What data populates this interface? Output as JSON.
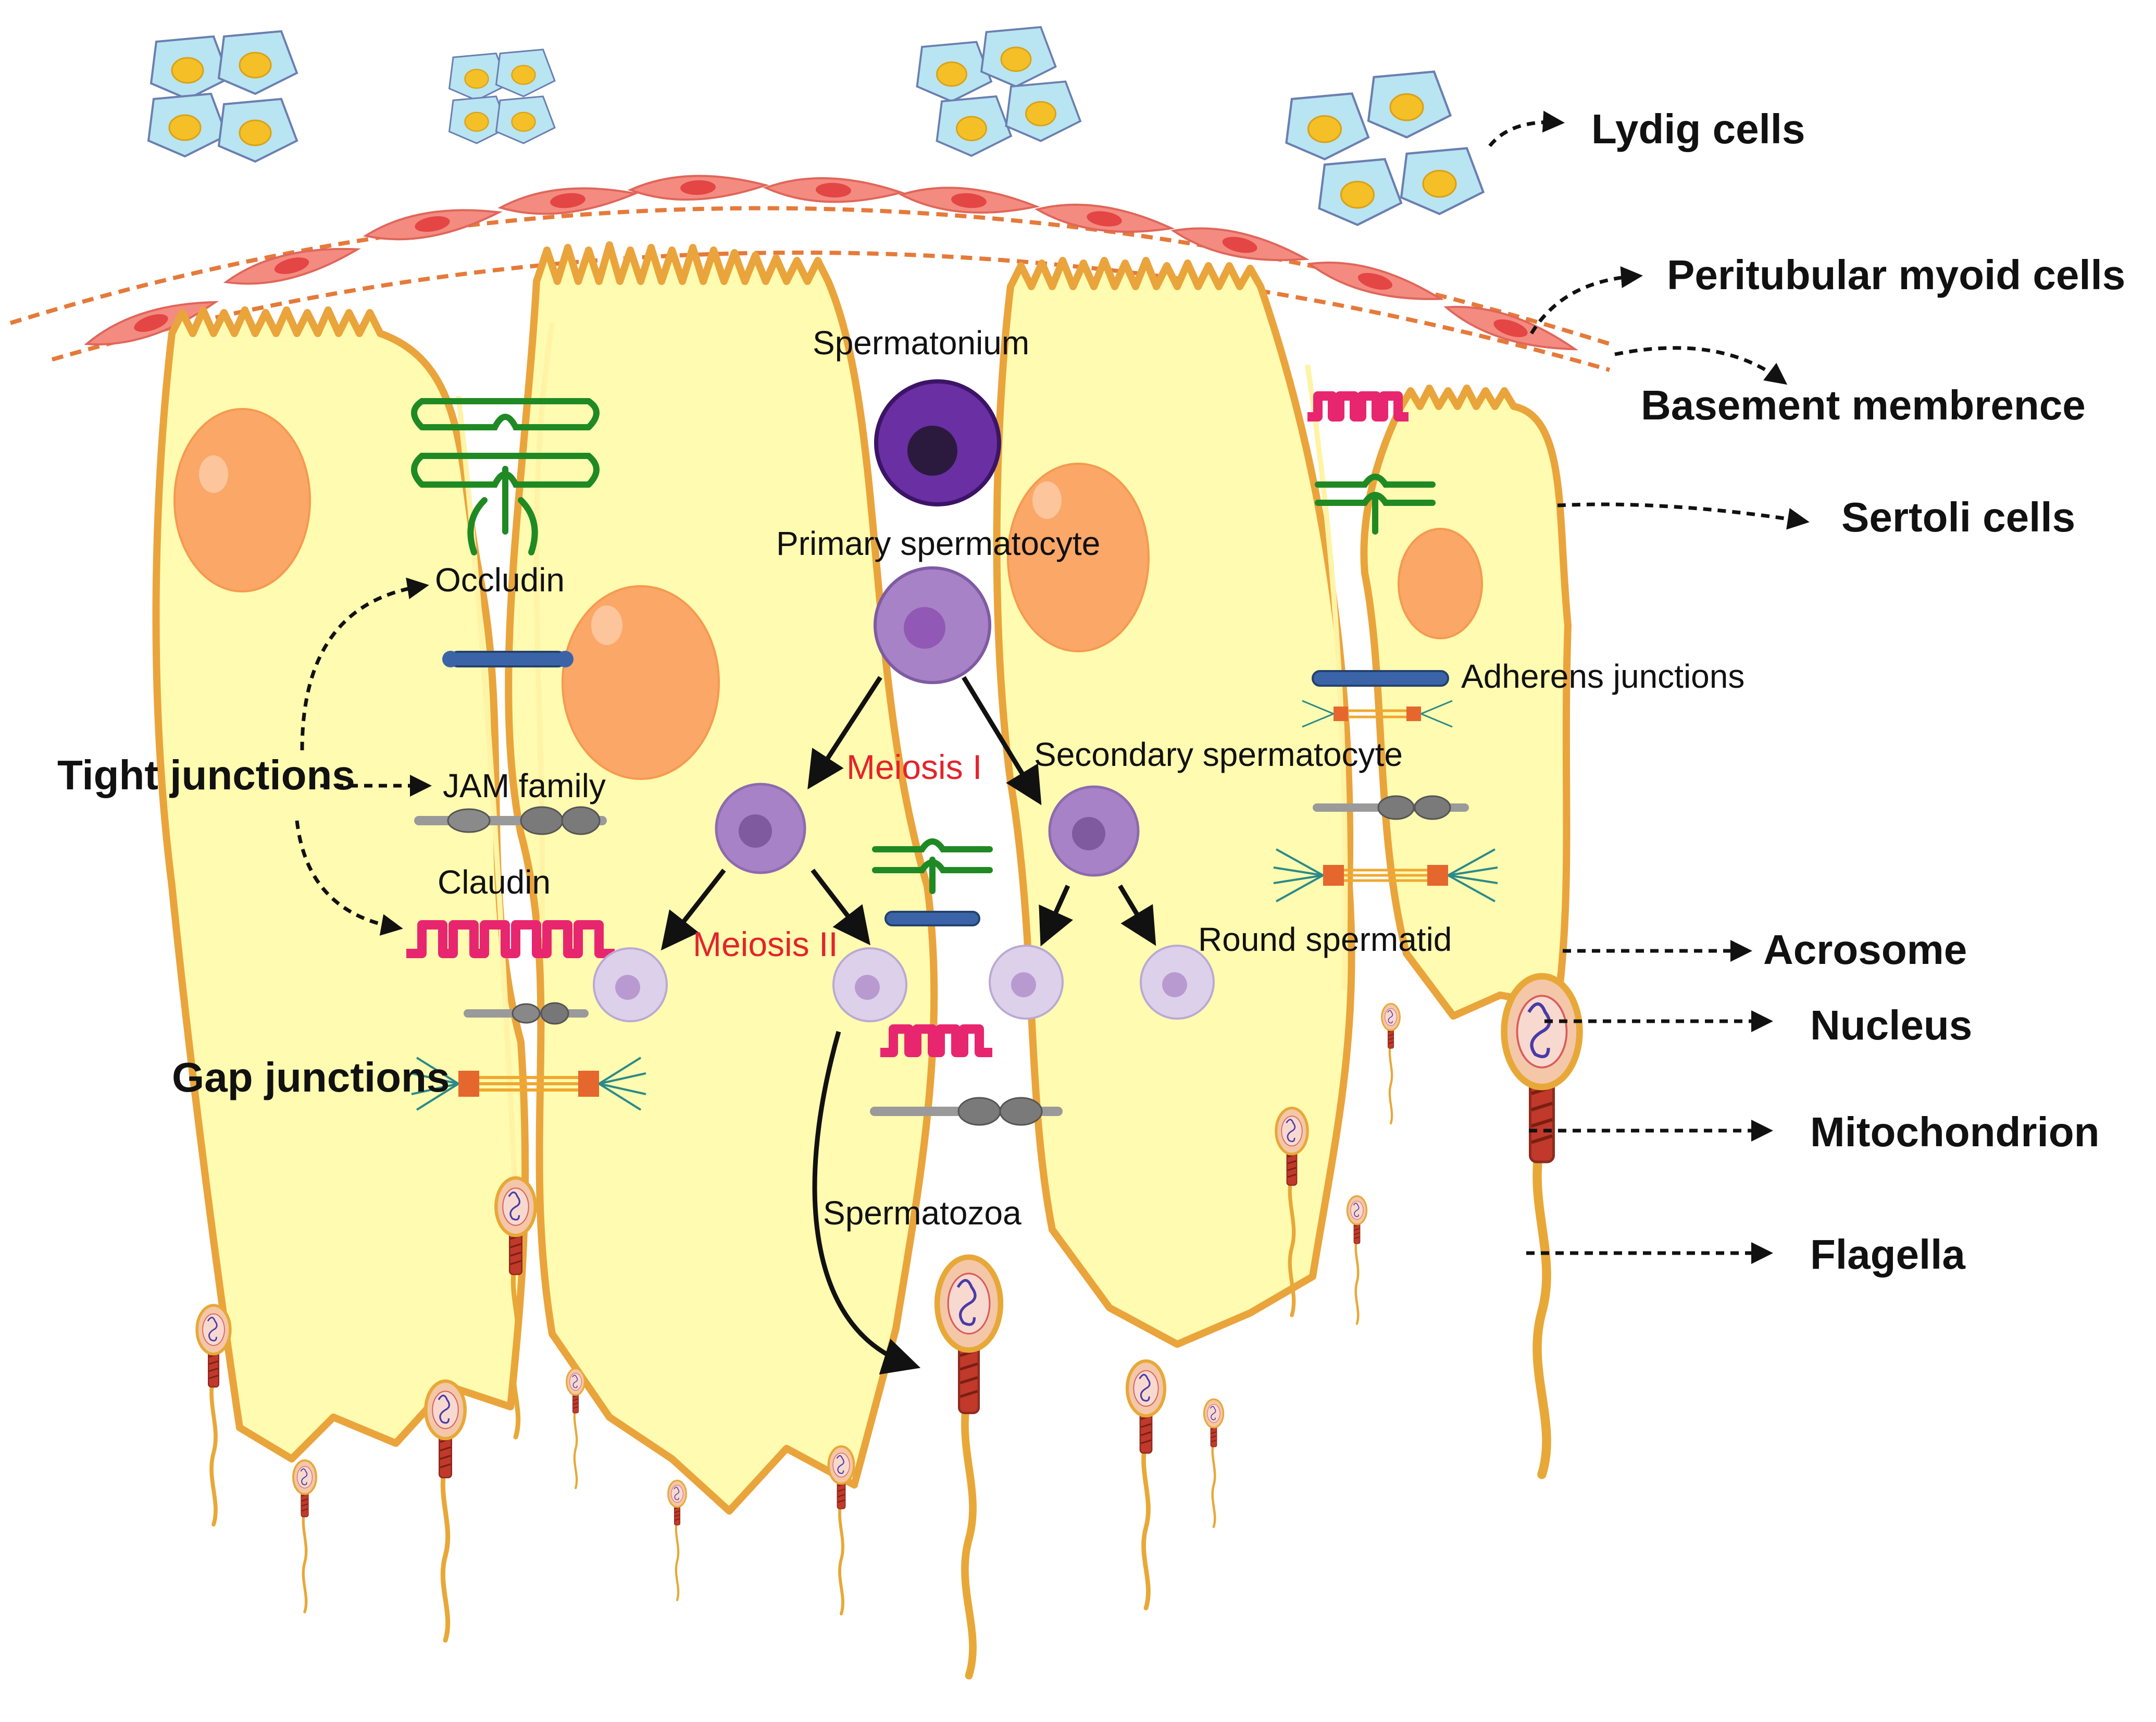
{
  "labels": {
    "lydig_cells": "Lydig cells",
    "peritubular_myoid_cells": "Peritubular myoid cells",
    "basement_membrance": "Basement membrence",
    "sertoli_cells": "Sertoli cells",
    "spermatonium": "Spermatonium",
    "primary_spermatocyte": "Primary spermatocyte",
    "occludin": "Occludin",
    "tight_junctions": "Tight junctions",
    "jam_family": "JAM family",
    "claudin": "Claudin",
    "gap_junctions": "Gap junctions",
    "meiosis_1": "Meiosis I",
    "meiosis_2": "Meiosis II",
    "secondary_spermatocyte": "Secondary spermatocyte",
    "adherens_junctions": "Adherens junctions",
    "round_spermatid": "Round spermatid",
    "spermatozoa": "Spermatozoa",
    "acrosome": "Acrosome",
    "nucleus": "Nucleus",
    "mitochondrion": "Mitochondrion",
    "flagella": "Flagella"
  },
  "colors": {
    "sertoli_fill": "#fffbb0",
    "sertoli_outline": "#eaa43c",
    "leydig_fill": "#b9e4f2",
    "leydig_nucleus": "#f5c027",
    "myoid_fill": "#f48b80",
    "spermatogonium": "#6a2fa3",
    "spermatocyte": "#a882c6",
    "spermatid": "#ddd0ea",
    "occludin": "#1f8a24",
    "claudin": "#e8266f",
    "adherens": "#3b64a8",
    "meiosis_text": "#e3242b"
  }
}
